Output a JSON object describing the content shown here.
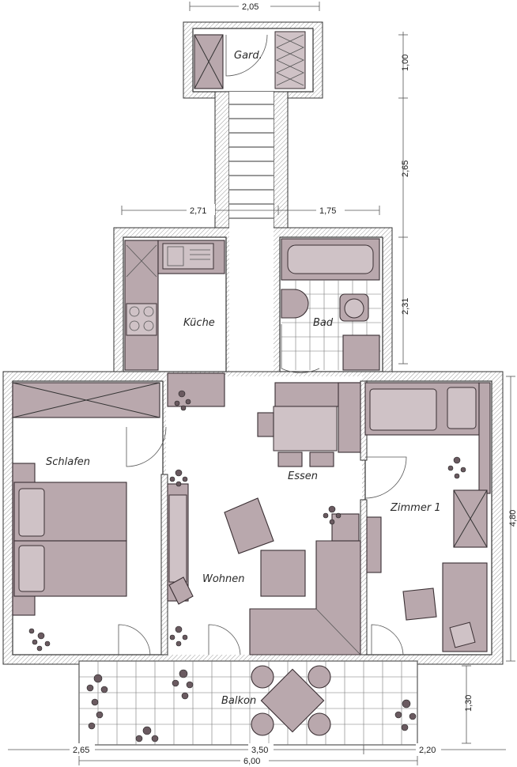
{
  "rooms": {
    "garderobe": "Gard.",
    "kueche": "Küche",
    "bad": "Bad",
    "schlafen": "Schlafen",
    "essen": "Essen",
    "zimmer1": "Zimmer 1",
    "wohnen": "Wohnen",
    "balkon": "Balkon"
  },
  "dimensions": {
    "top_width": "2,05",
    "right_1": "1,00",
    "right_2": "2,65",
    "right_3": "2,31",
    "right_4": "4,80",
    "right_5": "1,30",
    "mid_left": "2,71",
    "mid_right": "1,75",
    "bottom_1": "2,65",
    "bottom_2": "3,50",
    "bottom_3": "2,20",
    "bottom_total": "6,00"
  },
  "colors": {
    "furniture": "#b9a8ad",
    "wall_hatch": "#999999"
  }
}
